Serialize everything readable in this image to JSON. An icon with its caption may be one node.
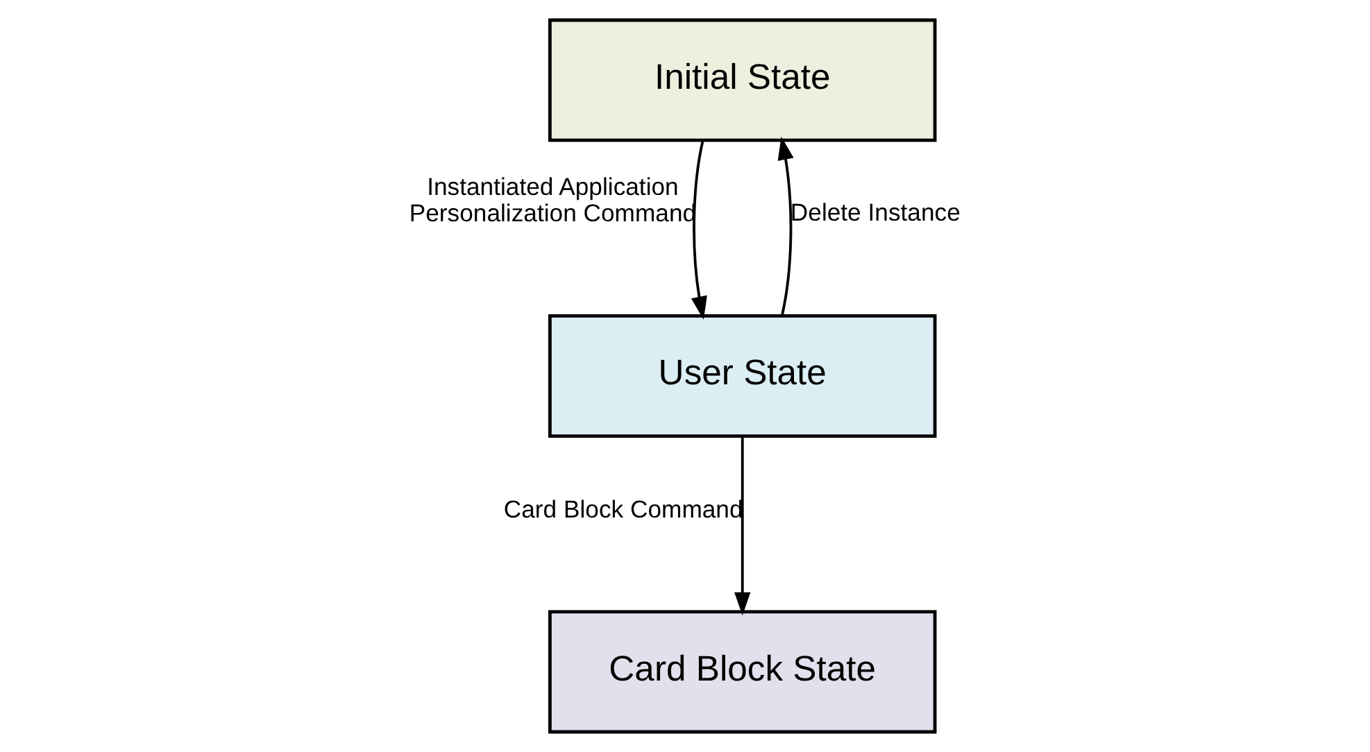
{
  "diagram": {
    "nodes": [
      {
        "text": [
          "Initial State"
        ]
      },
      {
        "text": [
          "User State"
        ]
      },
      {
        "text": [
          "Card Block State"
        ]
      }
    ],
    "edges": [
      {
        "from": 0,
        "to": 1,
        "arrow": "to",
        "label": "Instantiated Application Personalization Command"
      },
      {
        "from": 1,
        "to": 0,
        "arrow": "to",
        "label": "Delete Instance"
      },
      {
        "from": 1,
        "to": 2,
        "arrow": "to",
        "label": "Card Block Command"
      }
    ]
  }
}
